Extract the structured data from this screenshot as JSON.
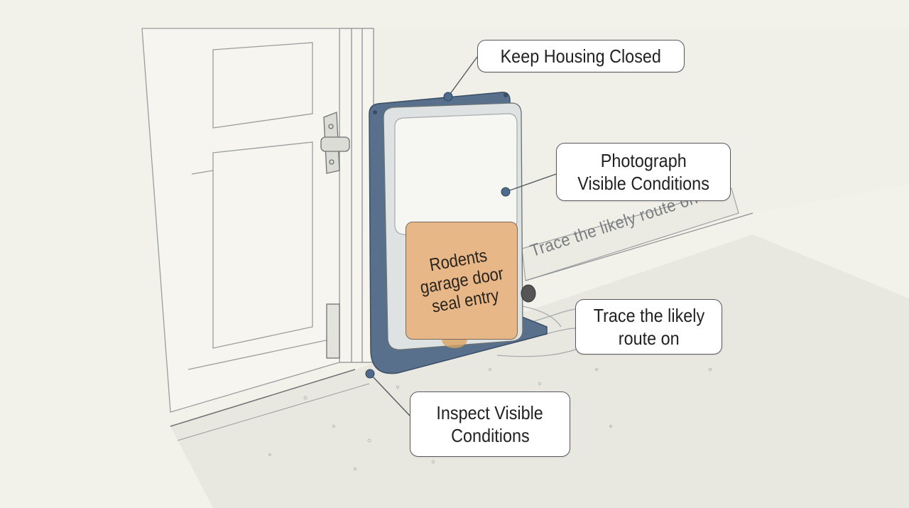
{
  "colors": {
    "background": "#f3f2ea",
    "flap_frame": "#58708c",
    "label_tag": "#e7b787",
    "marker": "#4f6b8c"
  },
  "label": {
    "line1": "Rodents",
    "line2": "garage door",
    "line3": "seal entry"
  },
  "floor_text": "Trace the likely route on",
  "callouts": {
    "keep_housing": {
      "text": "Keep Housing Closed"
    },
    "photograph": {
      "line1": "Photograph",
      "line2": "Visible Conditions"
    },
    "trace": {
      "line1": "Trace the likely",
      "line2": "route on"
    },
    "inspect": {
      "line1": "Inspect Visible",
      "line2": "Conditions"
    }
  }
}
